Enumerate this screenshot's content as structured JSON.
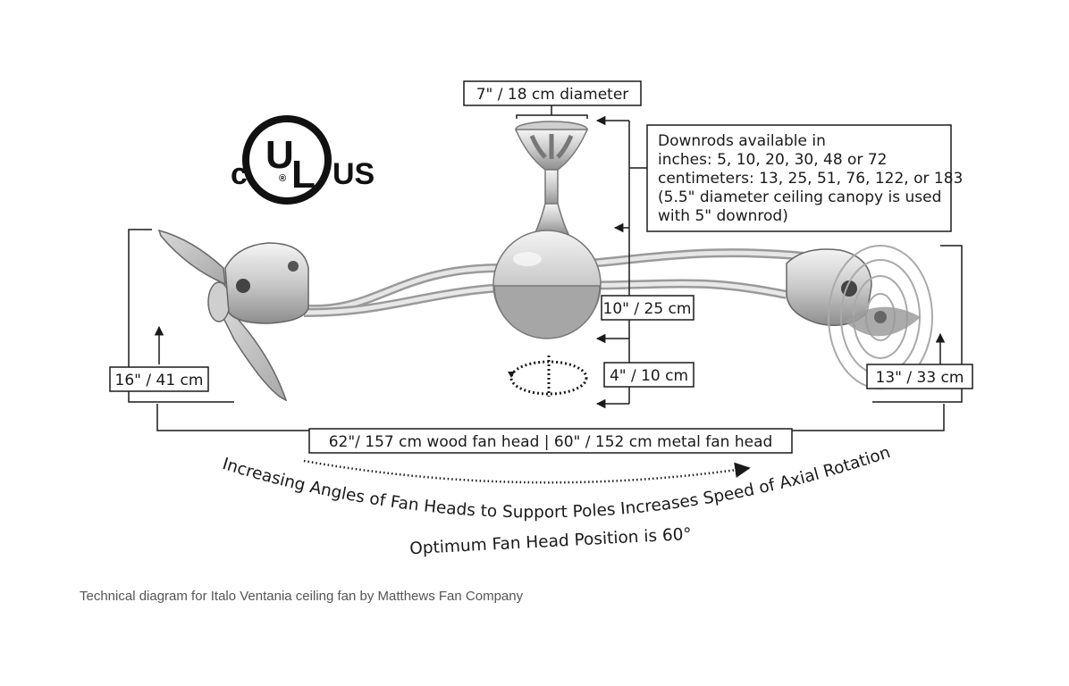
{
  "certification": {
    "prefix": "c",
    "mark_top": "U",
    "mark_bottom": "L",
    "registered": "®",
    "suffix": "US",
    "icon": "ul-listed-logo"
  },
  "labels": {
    "canopy_diameter": "7\" / 18 cm diameter",
    "body_height": "10\" / 25 cm",
    "rotation_clearance": "4\" / 10 cm",
    "wood_head_height": "16\" / 41 cm",
    "metal_head_height": "13\" / 33 cm",
    "overall_width": "62\"/ 157 cm  wood fan head  |  60\" / 152 cm  metal fan head"
  },
  "downrods_note": {
    "lines": [
      "Downrods available in",
      "inches: 5, 10, 20, 30, 48 or 72",
      "centimeters: 13, 25, 51, 76, 122, or 183",
      "(5.5\" diameter ceiling canopy is used",
      "with 5\" downrod)"
    ]
  },
  "rotation_note": {
    "arc_text": "Increasing Angles of Fan Heads to Support Poles Increases Speed of Axial Rotation",
    "optimum": "Optimum Fan Head Position is 60°"
  },
  "caption": "Technical diagram for Italo Ventania ceiling fan by Matthews Fan Company",
  "colors": {
    "line": "#1a1a1a",
    "chrome": "#bdbdbd",
    "chrome_dark": "#8a8a8a",
    "caption": "#555555"
  }
}
